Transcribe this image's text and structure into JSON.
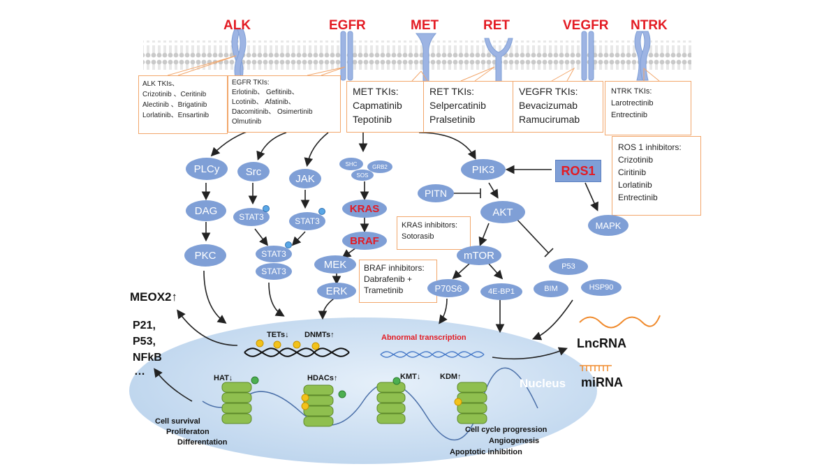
{
  "receptors": [
    "ALK",
    "EGFR",
    "MET",
    "RET",
    "VEGFR",
    "NTRK"
  ],
  "tki_boxes": {
    "alk": {
      "title": "ALK TKIs、",
      "lines": [
        "Crizotinib 、Ceritinib",
        "Alectinib 、Brigatinib",
        "Lorlatinib、Ensartinib"
      ]
    },
    "egfr": {
      "title": "EGFR TKIs:",
      "lines": [
        "Erlotinib、 Gefitinib、",
        "Lcotinib、 Afatinib、",
        "Dacomitinib、 Osimertinib",
        "Olmutinib"
      ]
    },
    "met": {
      "title": "MET TKIs:",
      "lines": [
        "Capmatinib",
        "Tepotinib"
      ]
    },
    "ret": {
      "title": "RET TKIs:",
      "lines": [
        "Selpercatinib",
        "Pralsetinib"
      ]
    },
    "vegfr": {
      "title": "VEGFR TKIs:",
      "lines": [
        "Bevacizumab",
        "Ramucirumab"
      ]
    },
    "ntrk": {
      "title": "NTRK TKIs:",
      "lines": [
        "Larotrectinib",
        "Entrectinib"
      ]
    },
    "ros1": {
      "title": "ROS 1 inhibitors:",
      "lines": [
        "Crizotinib",
        "Ciritinib",
        "Lorlatinib",
        "Entrectinib"
      ]
    },
    "kras": {
      "title": "KRAS inhibitors:",
      "lines": [
        "Sotorasib"
      ]
    },
    "braf": {
      "title": "BRAF inhibitors:",
      "lines": [
        "Dabrafenib +",
        "Trametinib"
      ]
    }
  },
  "nodes": {
    "plcy": "PLCy",
    "dag": "DAG",
    "pkc": "PKC",
    "src": "Src",
    "jak": "JAK",
    "stat3_a": "STAT3",
    "stat3_b": "STAT3",
    "stat3_c": "STAT3",
    "stat3_d": "STAT3",
    "shc": "SHC",
    "grb2": "GRB2",
    "sos": "SOS",
    "kras": "KRAS",
    "braf": "BRAF",
    "mek": "MEK",
    "erk": "ERK",
    "pik3": "PIK3",
    "pitn": "PITN",
    "akt": "AKT",
    "mtor": "mTOR",
    "p70s6": "P70S6",
    "ebp1": "4E-BP1",
    "ros1": "ROS1",
    "mapk": "MAPK",
    "p53": "P53",
    "bim": "BIM",
    "hsp90": "HSP90"
  },
  "outcomes": {
    "meox2": "MEOX2↑",
    "p21": "P21,",
    "p53": "P53,",
    "nfkb": "NFkB",
    "ellipsis": "…"
  },
  "nucleus": {
    "label": "Nucleus",
    "tets": "TETs↓",
    "dnmts": "DNMTs↑",
    "abnormal": "Abnormal transcription",
    "hat": "HAT↓",
    "hdacs": "HDACs↑",
    "kmt": "KMT↓",
    "kdm": "KDM↑",
    "left_effects": [
      "Cell survival",
      "Proliferaton",
      "Differentation"
    ],
    "right_effects": [
      "Cell cycle progression",
      "Angiogenesis",
      "Apoptotic inhibition"
    ]
  },
  "rna": {
    "lncrna": "LncRNA",
    "mirna": "miRNA"
  },
  "colors": {
    "receptor_text": "#e31b23",
    "node_fill": "#7f9fd6",
    "box_border": "#f2a66a",
    "membrane": "#c9c9c9",
    "nucleus_fill": "#cfe0f3",
    "nucleosome": "#8fbf4f",
    "methyl_dot": "#f2c21b",
    "lncrna_wave": "#f08a2c"
  }
}
